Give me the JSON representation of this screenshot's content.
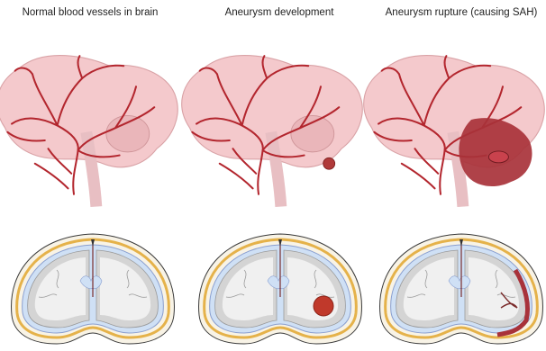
{
  "titles": [
    "Normal blood vessels in brain",
    "Aneurysm development",
    "Aneurysm rupture (causing SAH)"
  ],
  "colors": {
    "brain_fill": "#f4c9cc",
    "brain_outline": "#d9a2a6",
    "vessel": "#b3262e",
    "aneurysm": "#c0392b",
    "hemorrhage": "#a8323a",
    "skull_gold": "#e5b24a",
    "csf_blue": "#cfe0f5",
    "grey_matter": "#d4d4d4",
    "white_matter": "#f0f0f0"
  },
  "icons": [
    "brain-sagittal",
    "brain-coronal-section"
  ]
}
